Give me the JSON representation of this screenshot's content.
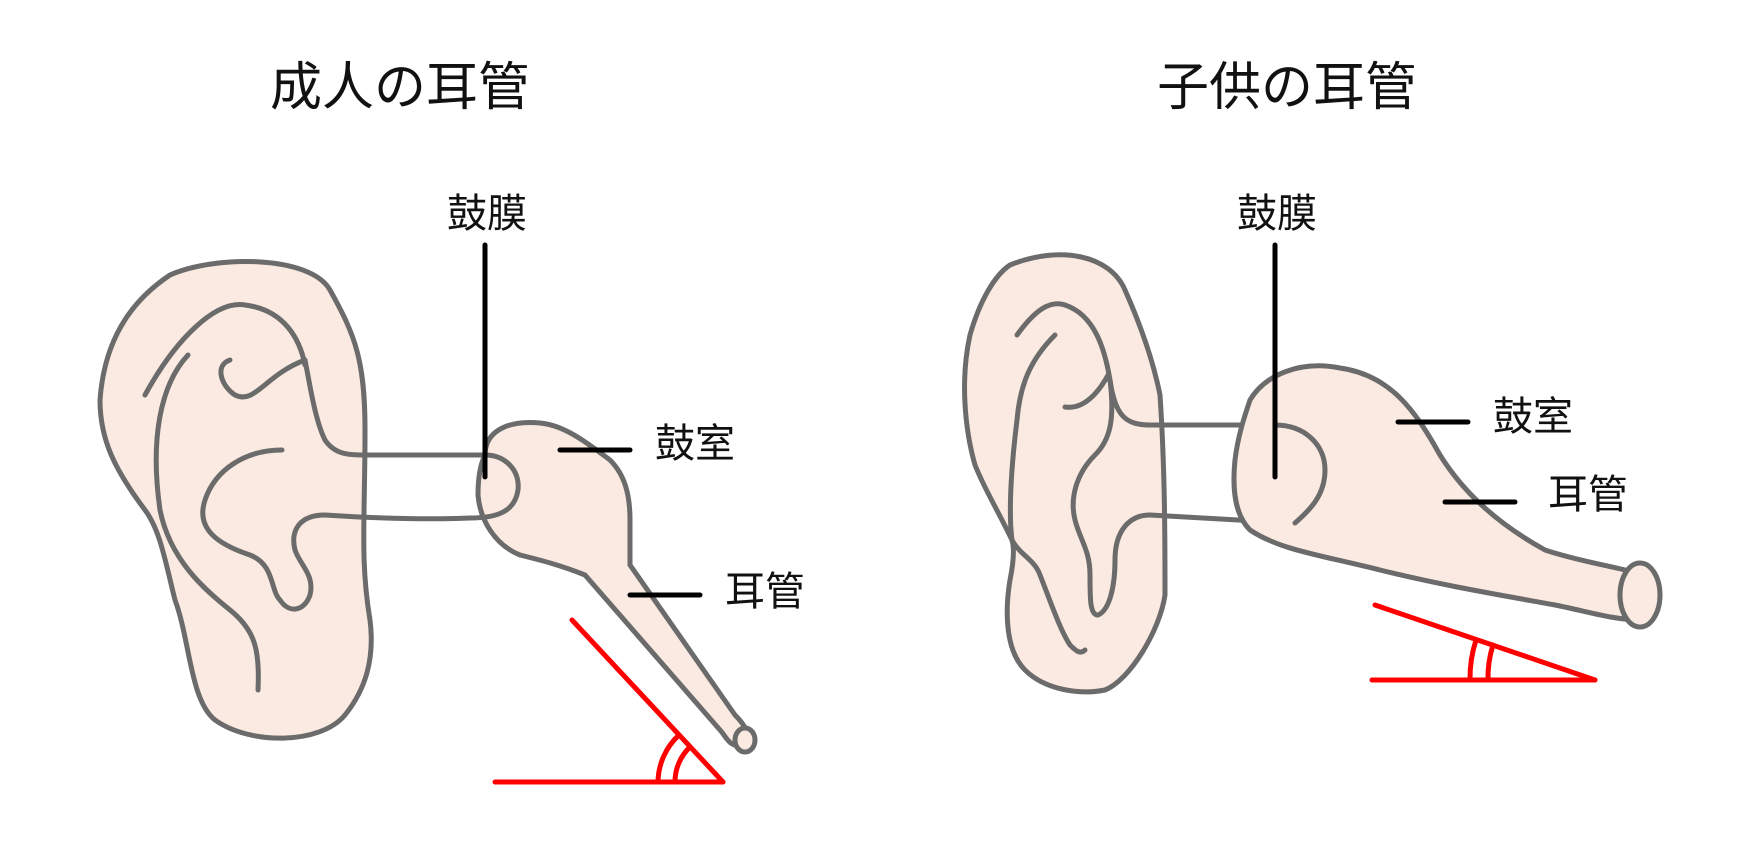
{
  "colors": {
    "skin_fill": "#fbeae1",
    "outline": "#6b6b6b",
    "pointer": "#000000",
    "angle": "#ff0000",
    "background": "#ffffff"
  },
  "adult": {
    "title": "成人の耳管",
    "eardrum_label": "鼓膜",
    "tympanic_cavity_label": "鼓室",
    "eustachian_tube_label": "耳管"
  },
  "child": {
    "title": "子供の耳管",
    "eardrum_label": "鼓膜",
    "tympanic_cavity_label": "鼓室",
    "eustachian_tube_label": "耳管"
  }
}
